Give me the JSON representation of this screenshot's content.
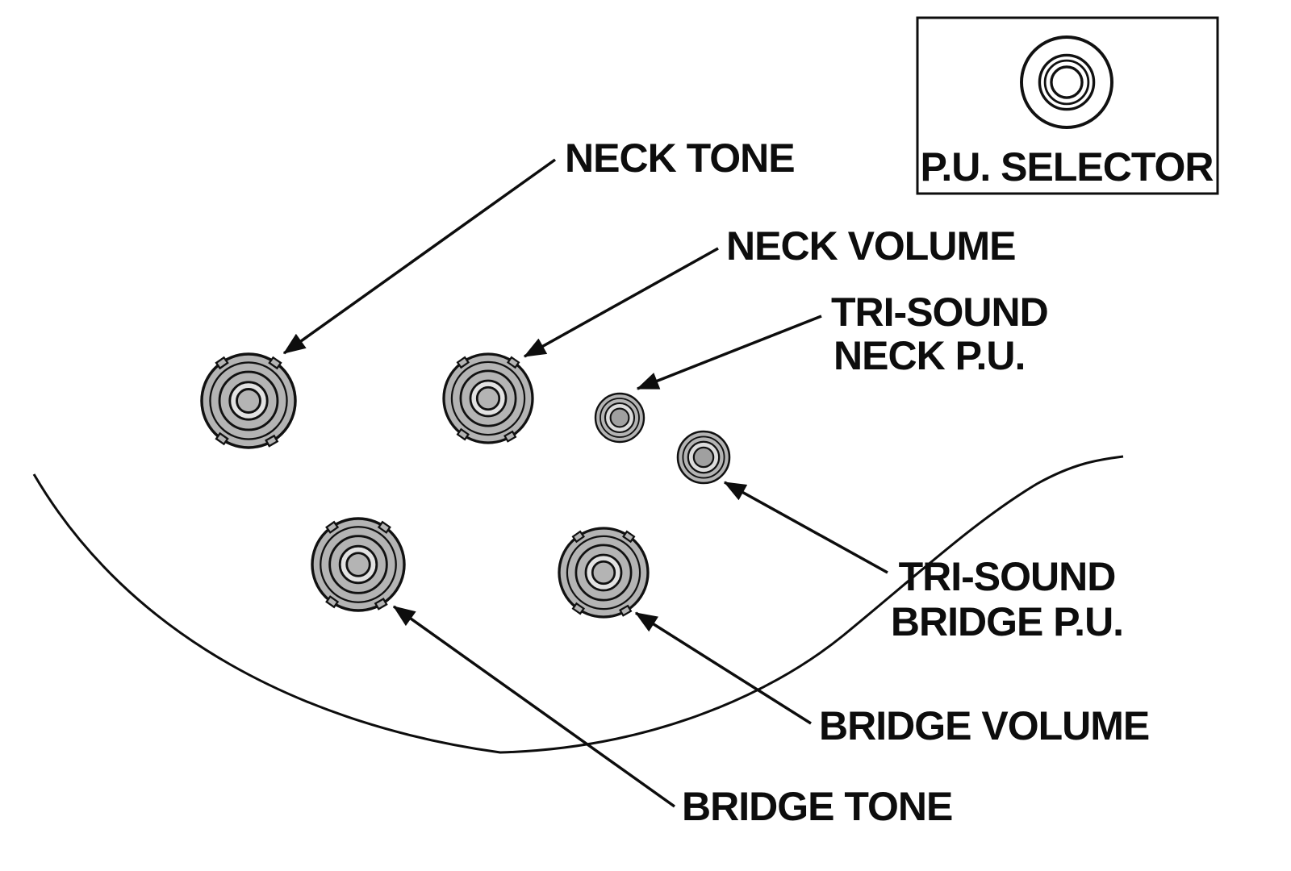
{
  "labels": {
    "neck_tone": "NECK TONE",
    "neck_volume": "NECK VOLUME",
    "tri_sound_neck": {
      "line1": "TRI-SOUND",
      "line2": "NECK P.U."
    },
    "pu_selector": "P.U. SELECTOR",
    "tri_sound_bridge": {
      "line1": "TRI-SOUND",
      "line2": "BRIDGE P.U."
    },
    "bridge_volume": "BRIDGE VOLUME",
    "bridge_tone": "BRIDGE TONE"
  },
  "colors": {
    "background": "#ffffff",
    "line": "#0d0d0d",
    "knob_fill": "#b4b4b4",
    "knob_center_ring": "#e2e2e2",
    "switch_mid": "#dcdcdc",
    "switch_center": "#a0a0a0"
  }
}
